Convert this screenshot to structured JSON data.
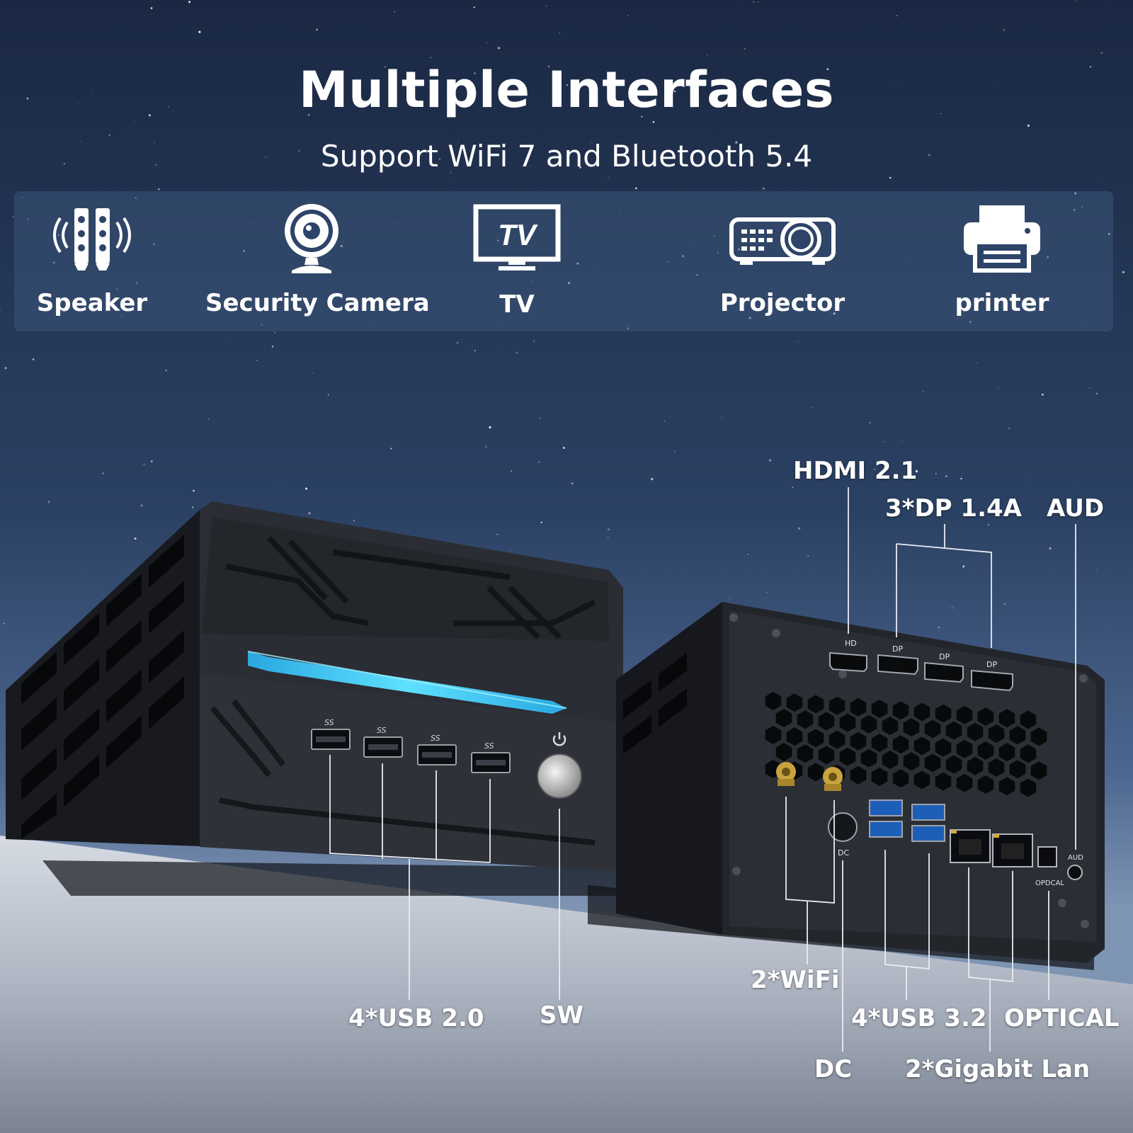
{
  "header": {
    "title": "Multiple Interfaces",
    "subtitle": "Support WiFi 7 and Bluetooth 5.4"
  },
  "devices": [
    {
      "label": "Speaker",
      "icon": "speaker-icon"
    },
    {
      "label": "Security Camera",
      "icon": "camera-icon"
    },
    {
      "label": "TV",
      "icon": "tv-icon"
    },
    {
      "label": "Projector",
      "icon": "projector-icon"
    },
    {
      "label": "printer",
      "icon": "printer-icon"
    }
  ],
  "tv_icon_text": "TV",
  "front_ports": {
    "usb_icon_text": "SS",
    "power_icon": "power-icon"
  },
  "rear_ports": {
    "hd_text": "HD",
    "dp_text": "DP",
    "dc_text": "DC",
    "aud_text": "AUD",
    "opdcal_text": "OPDCAL"
  },
  "port_labels": {
    "usb2": "4*USB 2.0",
    "sw": "SW",
    "wifi": "2*WiFi",
    "dc": "DC",
    "usb3": "4*USB 3.2",
    "optical": "OPTICAL",
    "lan": "2*Gigabit Lan",
    "hdmi": "HDMI 2.1",
    "dp": "3*DP 1.4A",
    "aud": "AUD"
  },
  "colors": {
    "sky_top": "#1c2a45",
    "sky_mid": "#2e4466",
    "sky_low": "#506a8f",
    "floor": "#c5cbd6",
    "chassis": "#1d1f24",
    "led": "#38c8f0"
  }
}
